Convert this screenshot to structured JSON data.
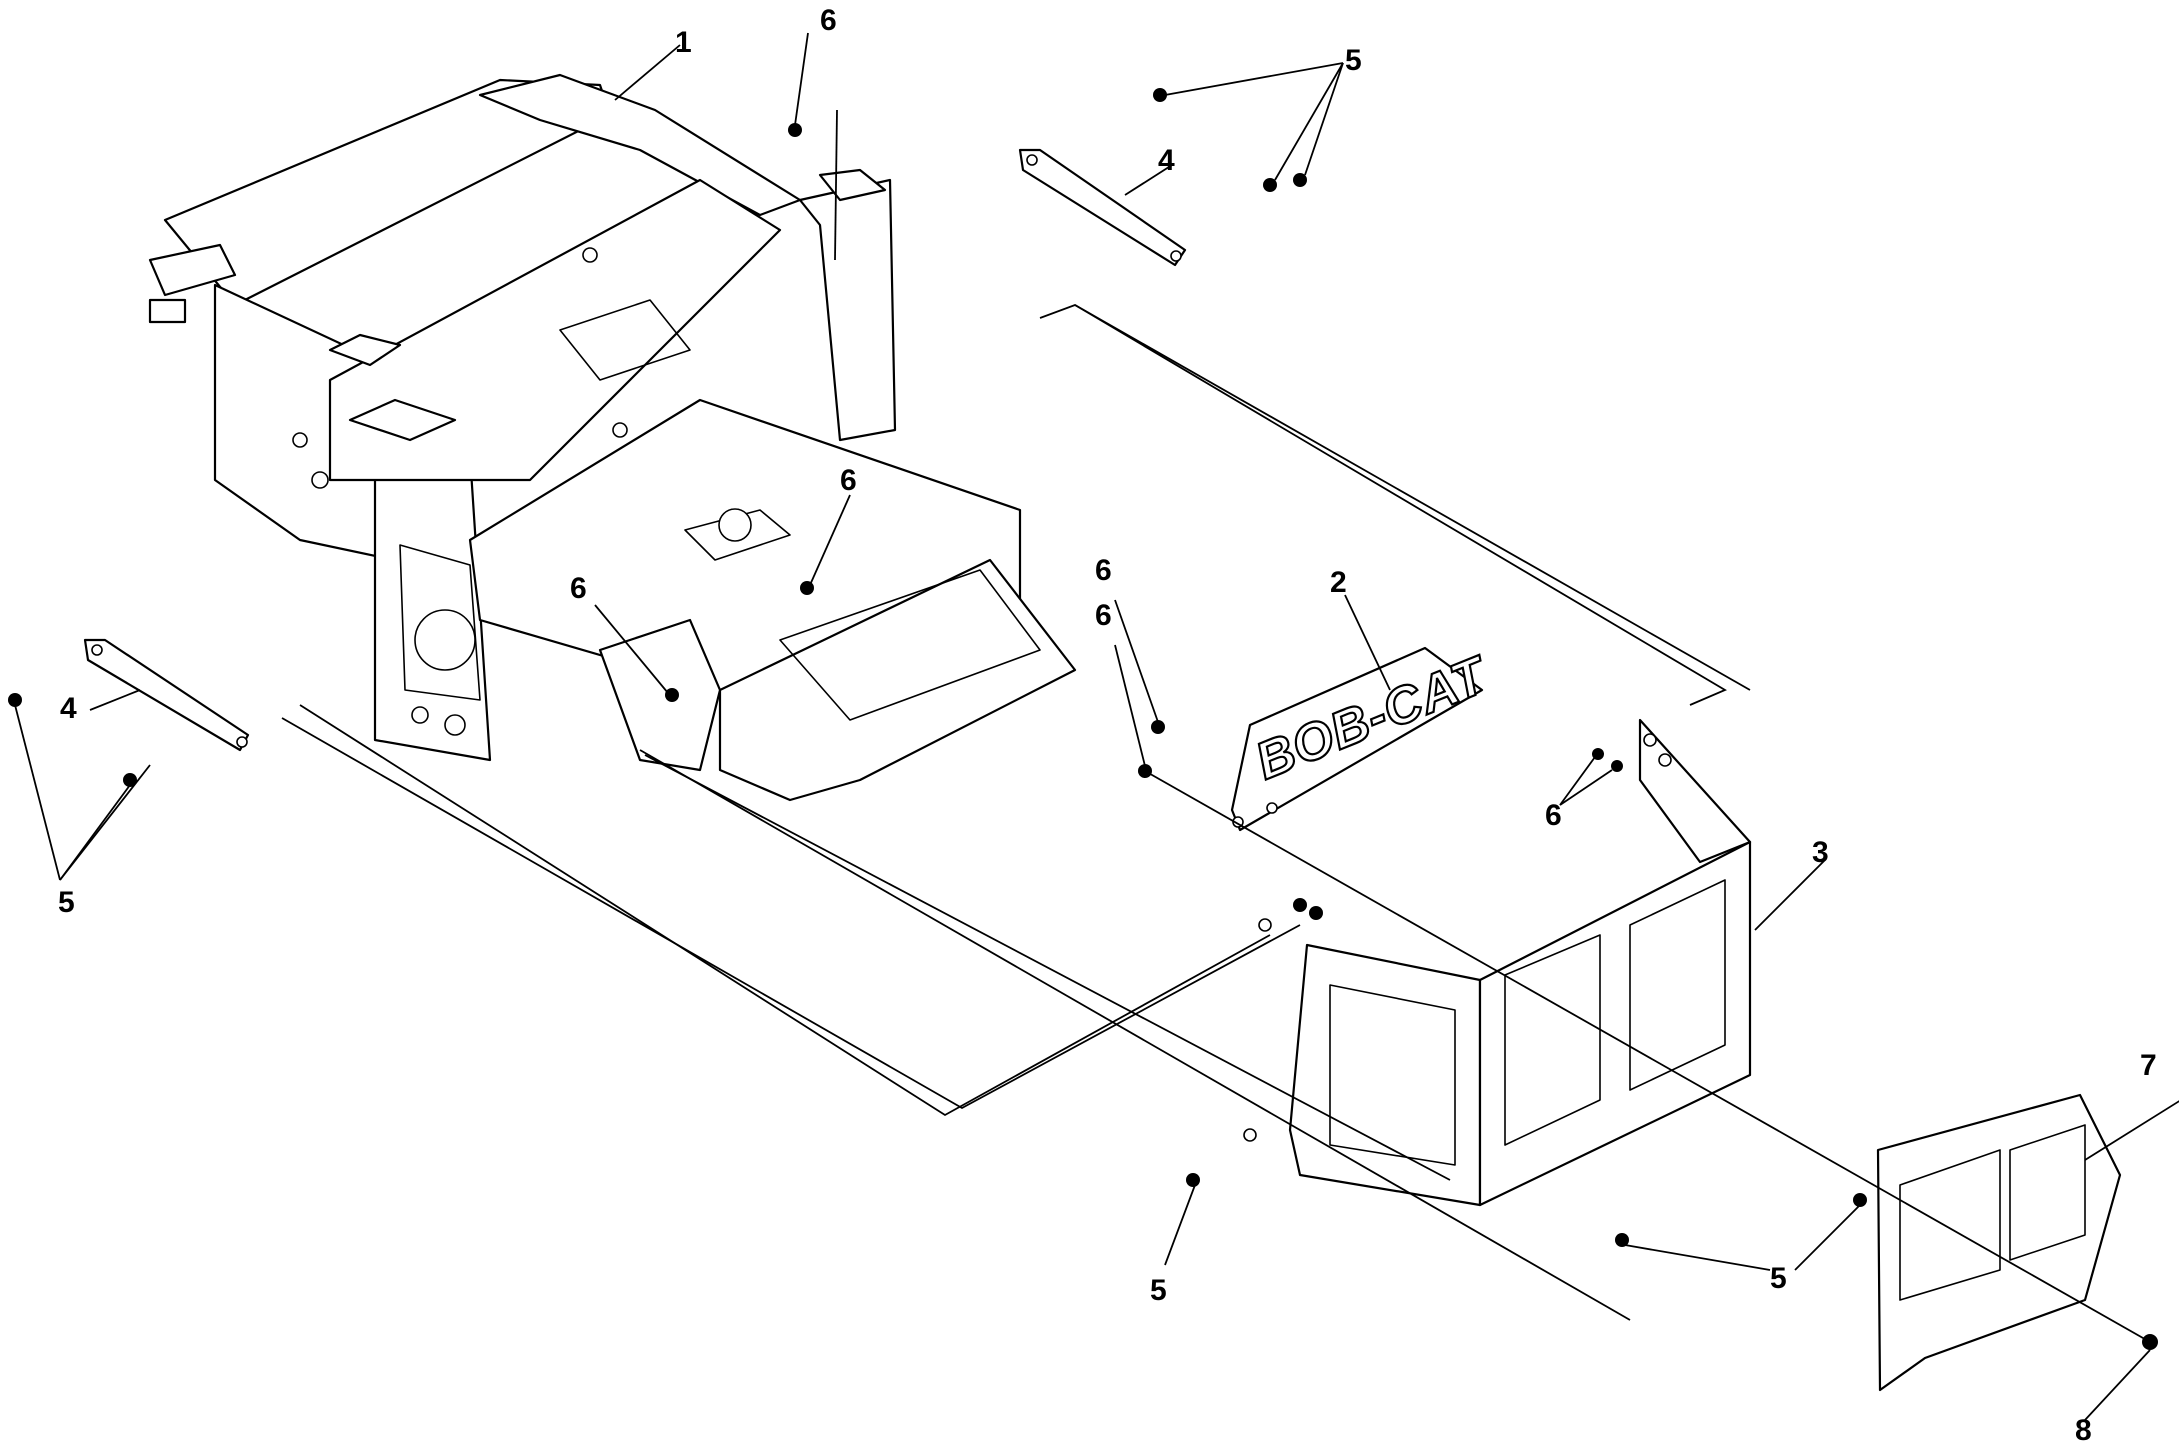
{
  "diagram": {
    "kind": "exploded-parts-view",
    "background": "#ffffff",
    "line_color": "#000000",
    "callouts": [
      "1",
      "2",
      "3",
      "4",
      "5",
      "6",
      "7",
      "8"
    ],
    "logo_text": "BOB-CAT"
  }
}
